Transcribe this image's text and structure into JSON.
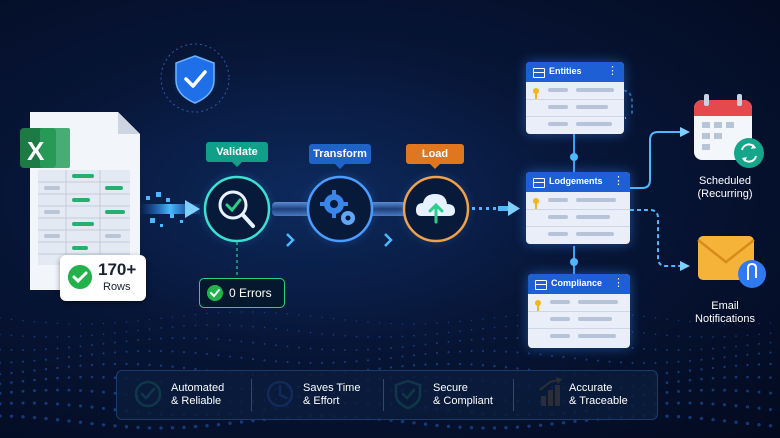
{
  "steps": {
    "validate_label": "Validate",
    "transform_label": "Transform",
    "load_label": "Load"
  },
  "rows_badge": {
    "count": "170+",
    "label": "Rows"
  },
  "errors_badge": {
    "text": "0 Errors"
  },
  "tables": [
    {
      "name": "Entities"
    },
    {
      "name": "Lodgements"
    },
    {
      "name": "Compliance"
    }
  ],
  "outputs": {
    "scheduled_line1": "Scheduled",
    "scheduled_line2": "(Recurring)",
    "email_line1": "Email",
    "email_line2": "Notifications"
  },
  "features": [
    {
      "line1": "Automated",
      "line2": "& Reliable",
      "icon": "check-circle-icon",
      "color": "#2ad08a"
    },
    {
      "line1": "Saves Time",
      "line2": "& Effort",
      "icon": "clock-icon",
      "color": "#3a7cff"
    },
    {
      "line1": "Secure",
      "line2": "& Compliant",
      "icon": "shield-check-icon",
      "color": "#2ad08a"
    },
    {
      "line1": "Accurate",
      "line2": "& Traceable",
      "icon": "growth-chart-icon",
      "color": "#f08a24"
    }
  ],
  "colors": {
    "validate": "#10a08a",
    "transform": "#1f63c9",
    "load": "#e0761e",
    "success": "#22b24c",
    "excel_green": "#1e7a45",
    "table_header": "#1f5fd6"
  }
}
